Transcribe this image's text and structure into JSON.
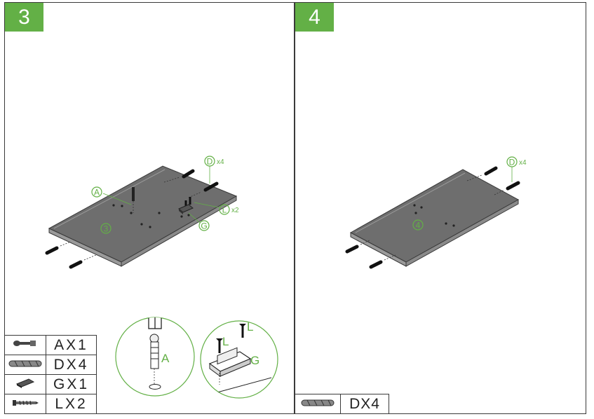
{
  "step3": {
    "badge": "3",
    "board_label": "3",
    "callouts": {
      "dowel": "D",
      "dowel_qty": "x4",
      "cam": "A",
      "screw": "L",
      "screw_qty": "x2",
      "catch": "G"
    },
    "detail_cam_letter": "A",
    "detail_screw_letter_1": "L",
    "detail_screw_letter_2": "L",
    "detail_catch_letter": "G",
    "parts": [
      {
        "icon": "cam-bolt-icon",
        "label": "AX1"
      },
      {
        "icon": "dowel-icon",
        "label": "DX4"
      },
      {
        "icon": "catch-icon",
        "label": "GX1"
      },
      {
        "icon": "screw-icon",
        "label": "LX2"
      }
    ]
  },
  "step4": {
    "badge": "4",
    "board_label": "4",
    "callouts": {
      "dowel": "D",
      "dowel_qty": "x4"
    },
    "parts": [
      {
        "icon": "dowel-icon",
        "label": "DX4"
      }
    ]
  },
  "colors": {
    "accent_green": "#63b046",
    "board_gray": "#6e6e6e",
    "board_edge": "#9a9a9a",
    "line": "#3a3a3a"
  }
}
